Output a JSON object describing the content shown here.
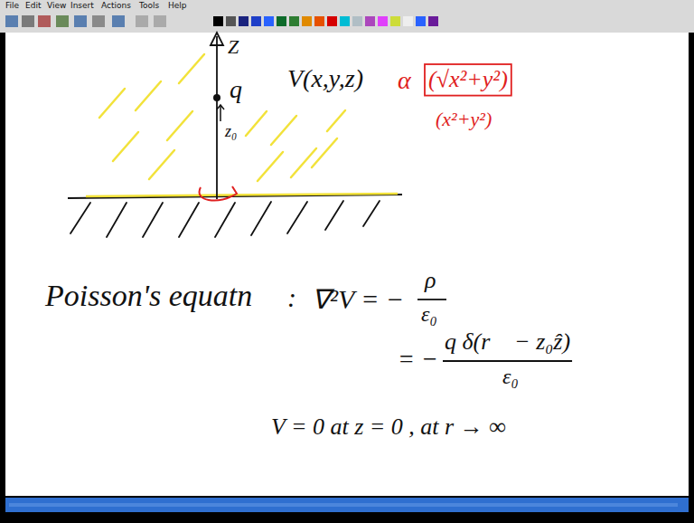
{
  "diagram": {
    "labels": [
      "File",
      "Edit",
      "View",
      "Insert",
      "Actions",
      "Tools",
      "Help",
      "Z",
      "q",
      "z₀",
      "V(x,y,z)",
      "α",
      "(√x²+y²)",
      "(x²+y²)",
      "Poisson's equatn",
      ":",
      "∇²V = −",
      "ρ",
      "ε₀",
      "= −",
      "q δ(r⃗ − z₀ẑ)",
      "ε₀",
      "V = 0 at z = 0 , at r → ∞"
    ]
  }
}
